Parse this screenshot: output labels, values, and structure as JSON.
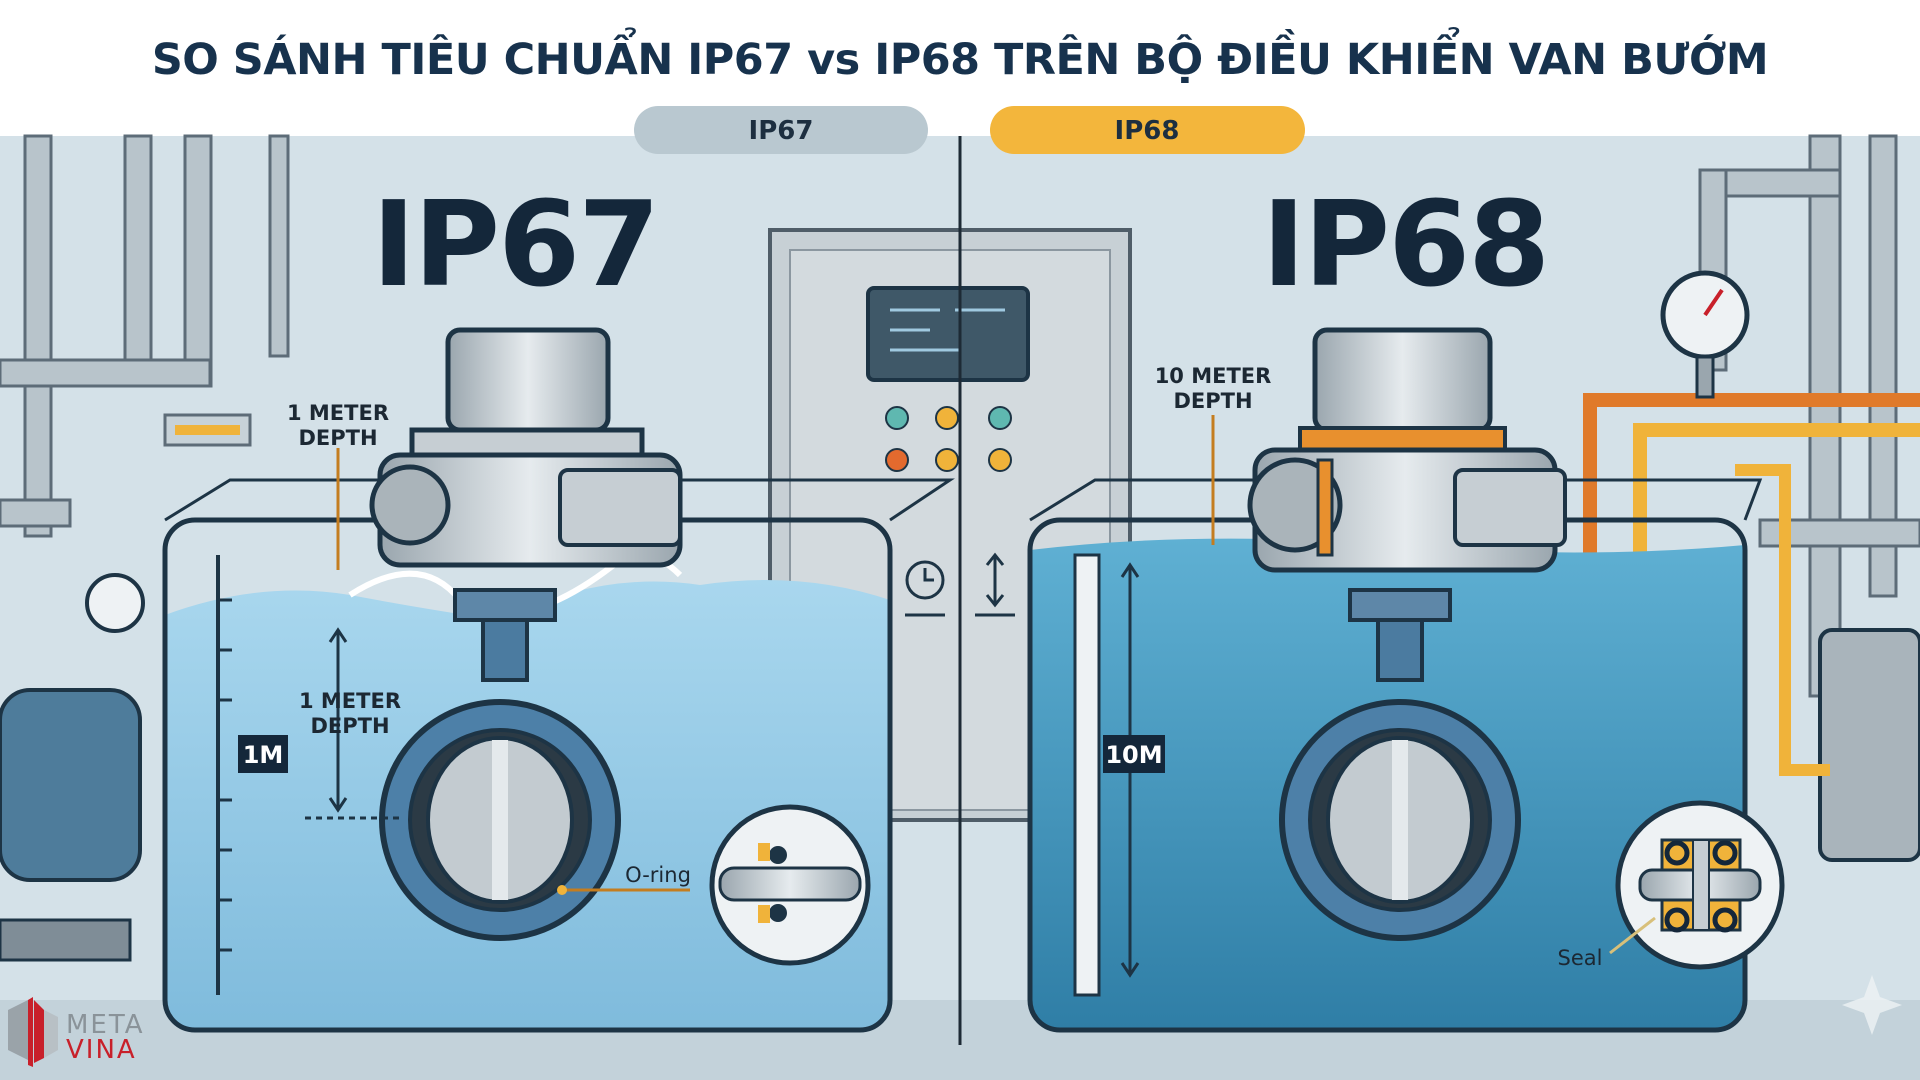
{
  "title": "SO SÁNH TIÊU CHUẨN IP67 vs IP68 TRÊN BỘ ĐIỀU KHIỂN VAN BƯỚM",
  "tabs": [
    {
      "label": "IP67",
      "color": "#b9c8d0"
    },
    {
      "label": "IP68",
      "color": "#f3b63c"
    }
  ],
  "left": {
    "heading": "IP67",
    "depth_label_top": [
      "1 METER",
      "DEPTH"
    ],
    "depth_label_arrow": [
      "1 METER",
      "DEPTH"
    ],
    "ruler_tag": "1M",
    "detail_callout": "O-ring",
    "water_color": "#8ec7e3"
  },
  "right": {
    "heading": "IP68",
    "depth_label_top": [
      "10 METER",
      "DEPTH"
    ],
    "ruler_tag": "10M",
    "detail_callout": "Seal",
    "water_color": "#3f93b8"
  },
  "logo": {
    "line1": "META",
    "line2": "VINA",
    "accent": "#c8202a"
  },
  "colors": {
    "title": "#17324d",
    "background": "#d4e1e8",
    "orange": "#e8902e"
  }
}
